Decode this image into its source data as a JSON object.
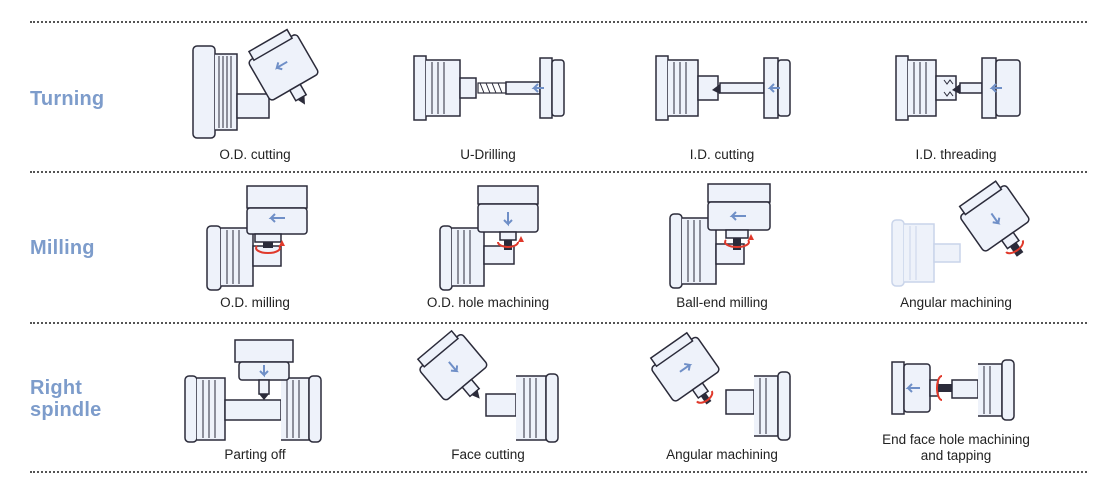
{
  "rows": [
    {
      "label": "Turning",
      "items": [
        {
          "caption": "O.D. cutting",
          "icon": "od-cutting-icon"
        },
        {
          "caption": "U-Drilling",
          "icon": "u-drilling-icon"
        },
        {
          "caption": "I.D. cutting",
          "icon": "id-cutting-icon"
        },
        {
          "caption": "I.D. threading",
          "icon": "id-threading-icon"
        }
      ]
    },
    {
      "label": "Milling",
      "items": [
        {
          "caption": "O.D. milling",
          "icon": "od-milling-icon"
        },
        {
          "caption": "O.D. hole machining",
          "icon": "od-hole-machining-icon"
        },
        {
          "caption": "Ball-end milling",
          "icon": "ball-end-milling-icon"
        },
        {
          "caption": "Angular machining",
          "icon": "angular-machining-icon"
        }
      ]
    },
    {
      "label": "Right\nspindle",
      "items": [
        {
          "caption": "Parting off",
          "icon": "parting-off-icon"
        },
        {
          "caption": "Face cutting",
          "icon": "face-cutting-icon"
        },
        {
          "caption": "Angular machining",
          "icon": "angular-machining-right-icon"
        },
        {
          "caption": "End face hole machining\nand tapping",
          "icon": "end-face-hole-tapping-icon"
        }
      ]
    }
  ],
  "colors": {
    "label": "#7d9ccb",
    "body_fill": "#eef2fa",
    "stroke": "#2b2b3a",
    "arrow": "#6f8fc7",
    "rotation": "#e0392b"
  }
}
